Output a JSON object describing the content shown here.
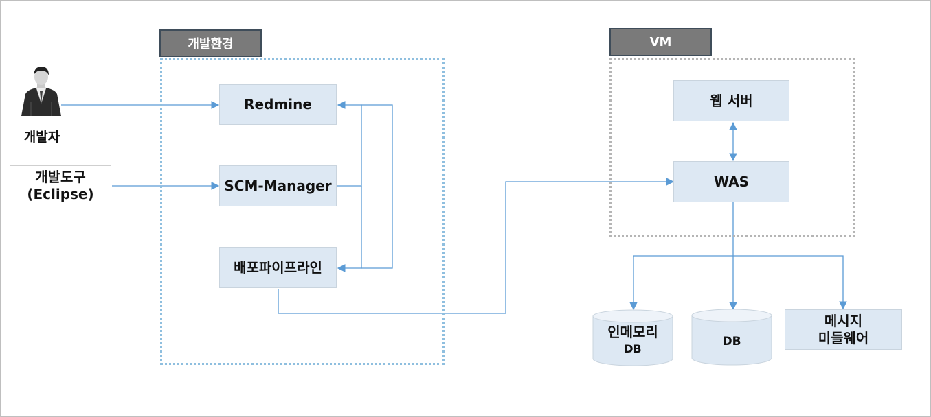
{
  "groups": {
    "dev_env": "개발환경",
    "vm": "VM"
  },
  "actors": {
    "developer": "개발자"
  },
  "nodes": {
    "dev_tool_line1": "개발도구",
    "dev_tool_line2": "(Eclipse)",
    "redmine": "Redmine",
    "scm_manager": "SCM-Manager",
    "deploy_pipeline": "배포파이프라인",
    "web_server": "웹 서버",
    "was": "WAS",
    "inmemory_line1": "인메모리",
    "inmemory_line2": "DB",
    "db": "DB",
    "mq_line1": "메시지",
    "mq_line2": "미들웨어"
  },
  "colors": {
    "wire": "#5b9bd5",
    "node_fill": "#dde8f3",
    "group_label_fill": "#7a7a7a",
    "dev_env_border": "#8fbfdf",
    "vm_border": "#b5b5b5"
  }
}
